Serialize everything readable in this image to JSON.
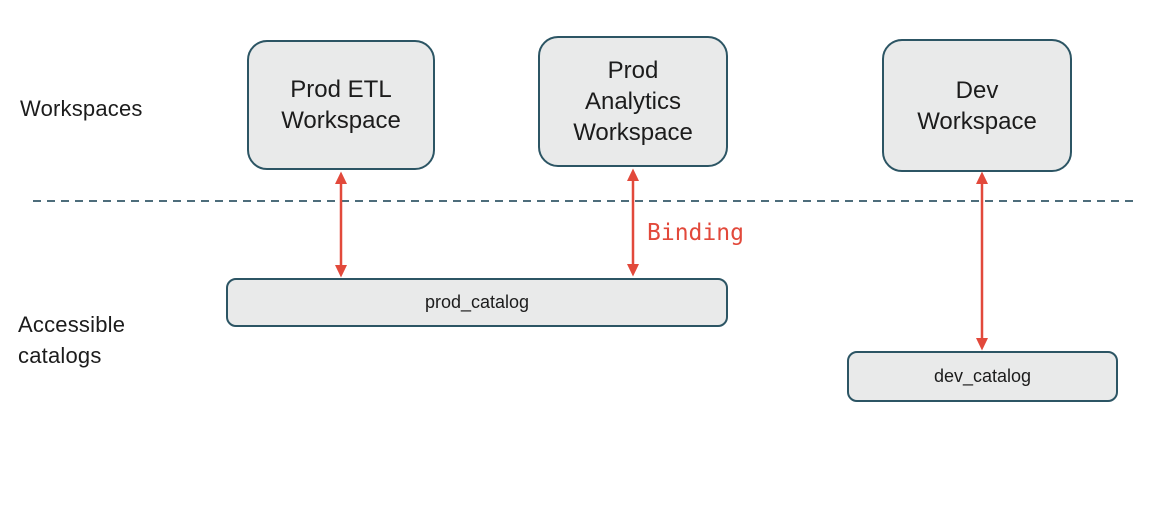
{
  "colors": {
    "box_fill": "#e9eaea",
    "box_border": "#2c5564",
    "arrow": "#e2493b",
    "dashed_line": "#4d6d7b",
    "text": "#1c1c1c"
  },
  "labels": {
    "workspaces_row": "Workspaces",
    "accessible_catalogs_row_lines": [
      "Accessible",
      "catalogs"
    ],
    "binding": "Binding"
  },
  "workspaces": [
    {
      "id": "prod-etl",
      "lines": [
        "Prod ETL",
        "Workspace"
      ]
    },
    {
      "id": "prod-analytics",
      "lines": [
        "Prod",
        "Analytics",
        "Workspace"
      ]
    },
    {
      "id": "dev",
      "lines": [
        "Dev",
        "Workspace"
      ]
    }
  ],
  "catalogs": [
    {
      "id": "prod",
      "name": "prod_catalog"
    },
    {
      "id": "dev",
      "name": "dev_catalog"
    }
  ]
}
